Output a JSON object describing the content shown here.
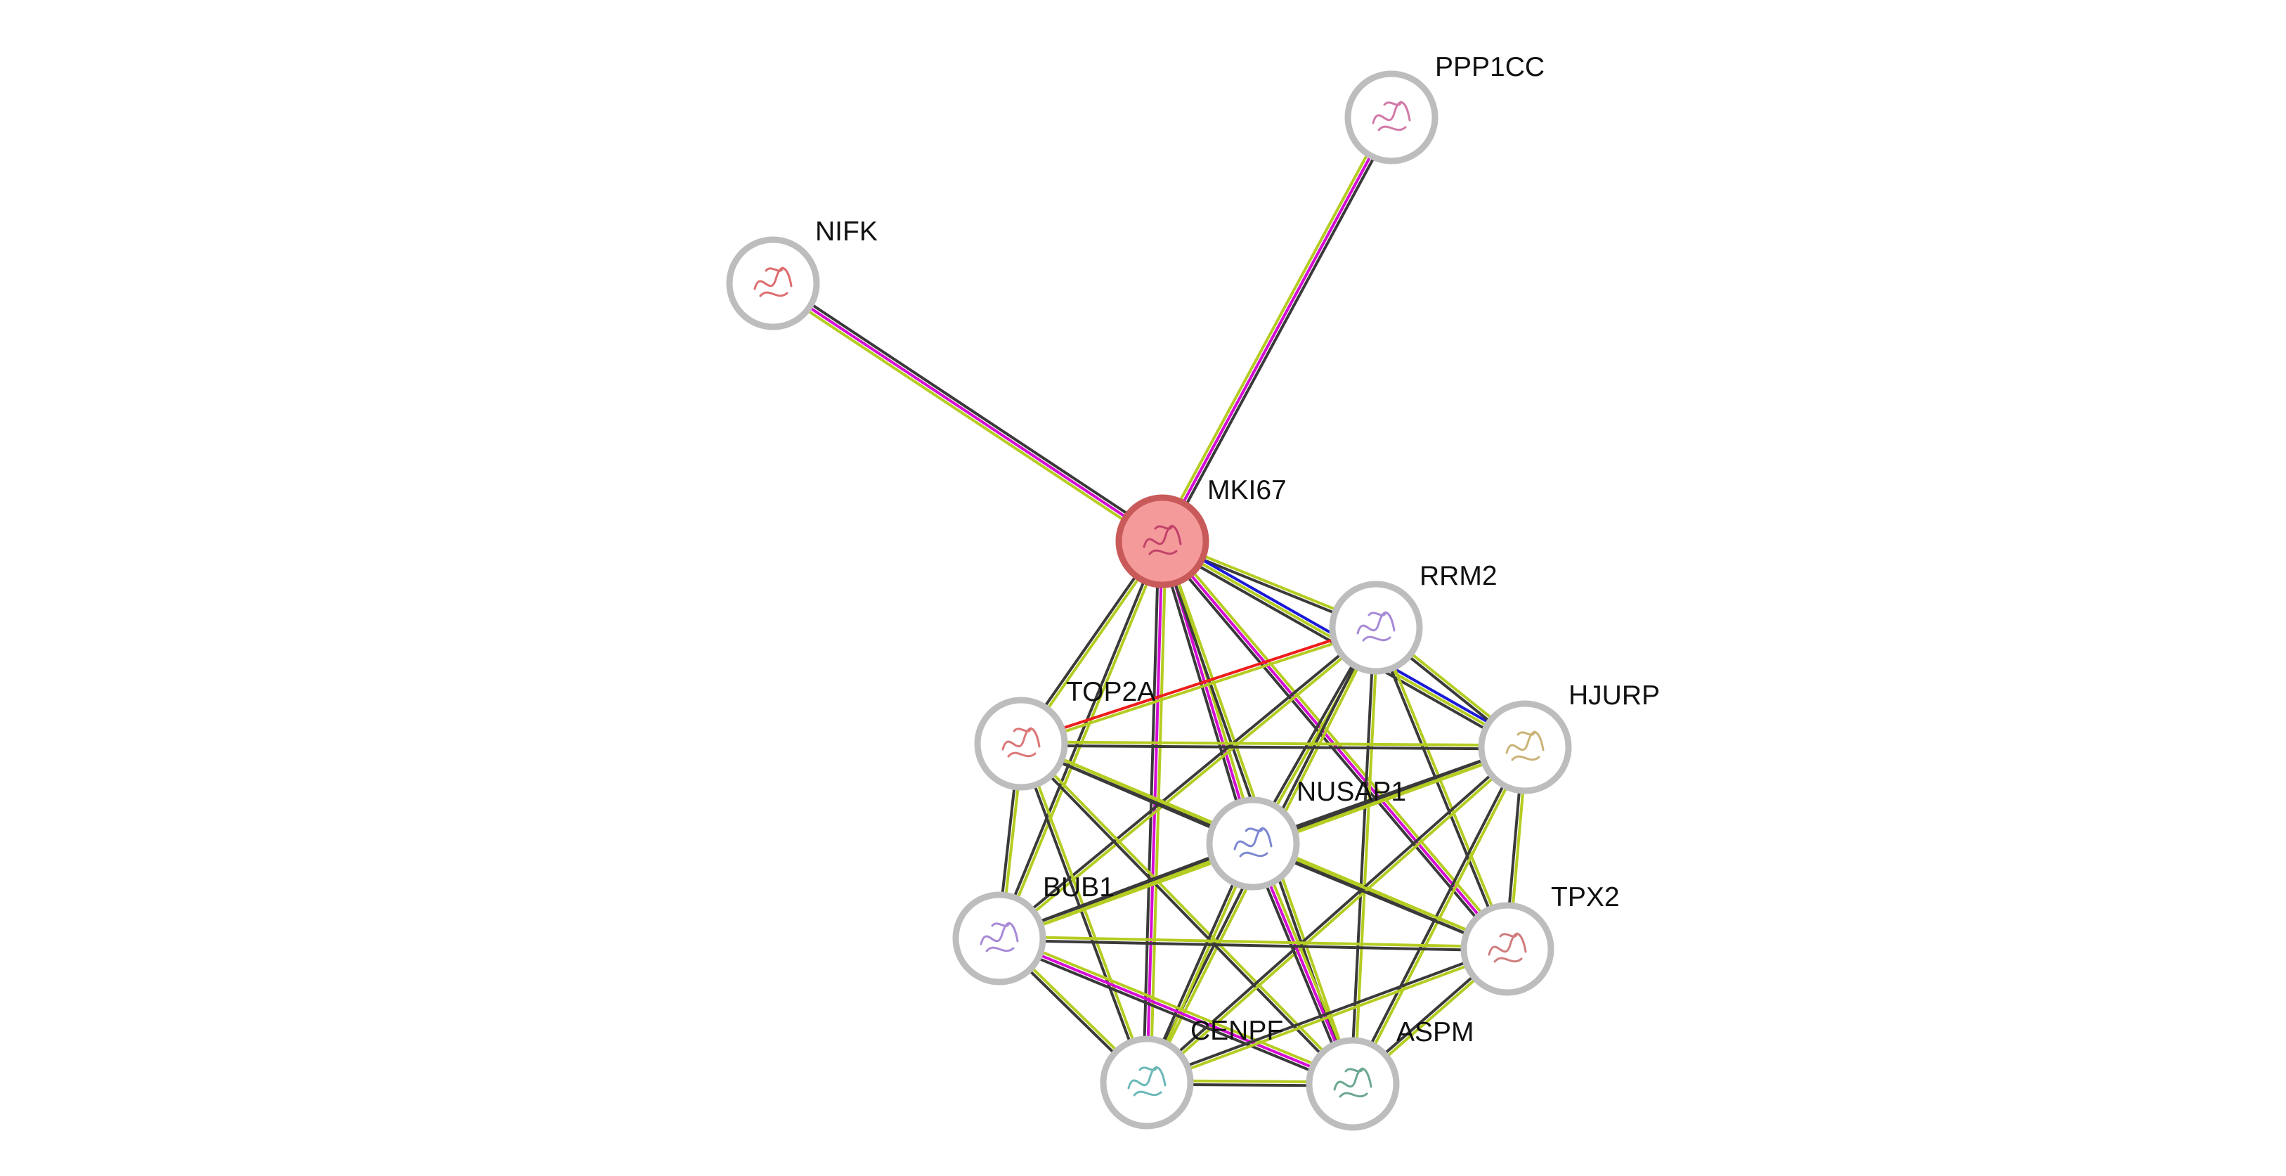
{
  "network": {
    "colors": {
      "textmining": "#b5cc22",
      "coexpression": "#3a3a3a",
      "experiments": "#d40cd4",
      "databases": "#1a1ad6",
      "fusion": "#ee1c1c",
      "node_ring": "#bdbdbd",
      "query_fill": "#f49a9a",
      "query_ring": "#c95a5a"
    },
    "nodes": [
      {
        "id": "MKI67",
        "label": "MKI67",
        "query": true,
        "icon": "protein-structure-ribbon-icon"
      },
      {
        "id": "PPP1CC",
        "label": "PPP1CC",
        "query": false,
        "icon": "protein-structure-icon"
      },
      {
        "id": "NIFK",
        "label": "NIFK",
        "query": false,
        "icon": "protein-structure-icon"
      },
      {
        "id": "RRM2",
        "label": "RRM2",
        "query": false,
        "icon": "protein-structure-icon"
      },
      {
        "id": "HJURP",
        "label": "HJURP",
        "query": false,
        "icon": "protein-structure-icon"
      },
      {
        "id": "TOP2A",
        "label": "TOP2A",
        "query": false,
        "icon": "protein-structure-icon"
      },
      {
        "id": "NUSAP1",
        "label": "NUSAP1",
        "query": false,
        "icon": "protein-structure-icon"
      },
      {
        "id": "BUB1",
        "label": "BUB1",
        "query": false,
        "icon": "protein-structure-icon"
      },
      {
        "id": "TPX2",
        "label": "TPX2",
        "query": false,
        "icon": "protein-structure-icon"
      },
      {
        "id": "CENPF",
        "label": "CENPF",
        "query": false,
        "icon": "protein-structure-icon"
      },
      {
        "id": "ASPM",
        "label": "ASPM",
        "query": false,
        "icon": "protein-structure-icon"
      }
    ],
    "edges": [
      {
        "source": "MKI67",
        "target": "PPP1CC",
        "evidence": [
          "textmining",
          "experiments",
          "coexpression"
        ]
      },
      {
        "source": "MKI67",
        "target": "NIFK",
        "evidence": [
          "textmining",
          "experiments",
          "coexpression"
        ]
      },
      {
        "source": "MKI67",
        "target": "RRM2",
        "evidence": [
          "textmining",
          "coexpression"
        ]
      },
      {
        "source": "MKI67",
        "target": "HJURP",
        "evidence": [
          "databases",
          "textmining",
          "coexpression"
        ]
      },
      {
        "source": "MKI67",
        "target": "TOP2A",
        "evidence": [
          "textmining",
          "coexpression"
        ]
      },
      {
        "source": "MKI67",
        "target": "NUSAP1",
        "evidence": [
          "textmining",
          "experiments",
          "coexpression"
        ]
      },
      {
        "source": "MKI67",
        "target": "BUB1",
        "evidence": [
          "textmining",
          "coexpression"
        ]
      },
      {
        "source": "MKI67",
        "target": "TPX2",
        "evidence": [
          "textmining",
          "experiments",
          "coexpression"
        ]
      },
      {
        "source": "MKI67",
        "target": "CENPF",
        "evidence": [
          "textmining",
          "experiments",
          "coexpression"
        ]
      },
      {
        "source": "MKI67",
        "target": "ASPM",
        "evidence": [
          "textmining",
          "coexpression"
        ]
      },
      {
        "source": "RRM2",
        "target": "TOP2A",
        "evidence": [
          "textmining",
          "fusion"
        ]
      },
      {
        "source": "RRM2",
        "target": "HJURP",
        "evidence": [
          "textmining",
          "coexpression"
        ]
      },
      {
        "source": "RRM2",
        "target": "NUSAP1",
        "evidence": [
          "textmining",
          "coexpression"
        ]
      },
      {
        "source": "RRM2",
        "target": "BUB1",
        "evidence": [
          "textmining",
          "coexpression"
        ]
      },
      {
        "source": "RRM2",
        "target": "TPX2",
        "evidence": [
          "textmining",
          "coexpression"
        ]
      },
      {
        "source": "RRM2",
        "target": "CENPF",
        "evidence": [
          "textmining",
          "coexpression"
        ]
      },
      {
        "source": "RRM2",
        "target": "ASPM",
        "evidence": [
          "textmining",
          "coexpression"
        ]
      },
      {
        "source": "TOP2A",
        "target": "HJURP",
        "evidence": [
          "textmining",
          "coexpression"
        ]
      },
      {
        "source": "TOP2A",
        "target": "NUSAP1",
        "evidence": [
          "textmining",
          "coexpression"
        ]
      },
      {
        "source": "TOP2A",
        "target": "BUB1",
        "evidence": [
          "textmining",
          "coexpression"
        ]
      },
      {
        "source": "TOP2A",
        "target": "TPX2",
        "evidence": [
          "textmining",
          "coexpression"
        ]
      },
      {
        "source": "TOP2A",
        "target": "CENPF",
        "evidence": [
          "textmining",
          "coexpression"
        ]
      },
      {
        "source": "TOP2A",
        "target": "ASPM",
        "evidence": [
          "textmining",
          "coexpression"
        ]
      },
      {
        "source": "HJURP",
        "target": "NUSAP1",
        "evidence": [
          "textmining",
          "coexpression"
        ]
      },
      {
        "source": "HJURP",
        "target": "BUB1",
        "evidence": [
          "textmining",
          "coexpression"
        ]
      },
      {
        "source": "HJURP",
        "target": "TPX2",
        "evidence": [
          "textmining",
          "coexpression"
        ]
      },
      {
        "source": "HJURP",
        "target": "CENPF",
        "evidence": [
          "textmining",
          "coexpression"
        ]
      },
      {
        "source": "HJURP",
        "target": "ASPM",
        "evidence": [
          "textmining",
          "coexpression"
        ]
      },
      {
        "source": "NUSAP1",
        "target": "BUB1",
        "evidence": [
          "textmining",
          "coexpression"
        ]
      },
      {
        "source": "NUSAP1",
        "target": "TPX2",
        "evidence": [
          "textmining",
          "coexpression"
        ]
      },
      {
        "source": "NUSAP1",
        "target": "CENPF",
        "evidence": [
          "textmining",
          "coexpression"
        ]
      },
      {
        "source": "NUSAP1",
        "target": "ASPM",
        "evidence": [
          "textmining",
          "experiments",
          "coexpression"
        ]
      },
      {
        "source": "BUB1",
        "target": "TPX2",
        "evidence": [
          "textmining",
          "coexpression"
        ]
      },
      {
        "source": "BUB1",
        "target": "CENPF",
        "evidence": [
          "textmining",
          "coexpression"
        ]
      },
      {
        "source": "BUB1",
        "target": "ASPM",
        "evidence": [
          "textmining",
          "experiments",
          "coexpression"
        ]
      },
      {
        "source": "TPX2",
        "target": "CENPF",
        "evidence": [
          "textmining",
          "coexpression"
        ]
      },
      {
        "source": "TPX2",
        "target": "ASPM",
        "evidence": [
          "textmining",
          "coexpression"
        ]
      },
      {
        "source": "CENPF",
        "target": "ASPM",
        "evidence": [
          "textmining",
          "coexpression"
        ]
      }
    ]
  }
}
